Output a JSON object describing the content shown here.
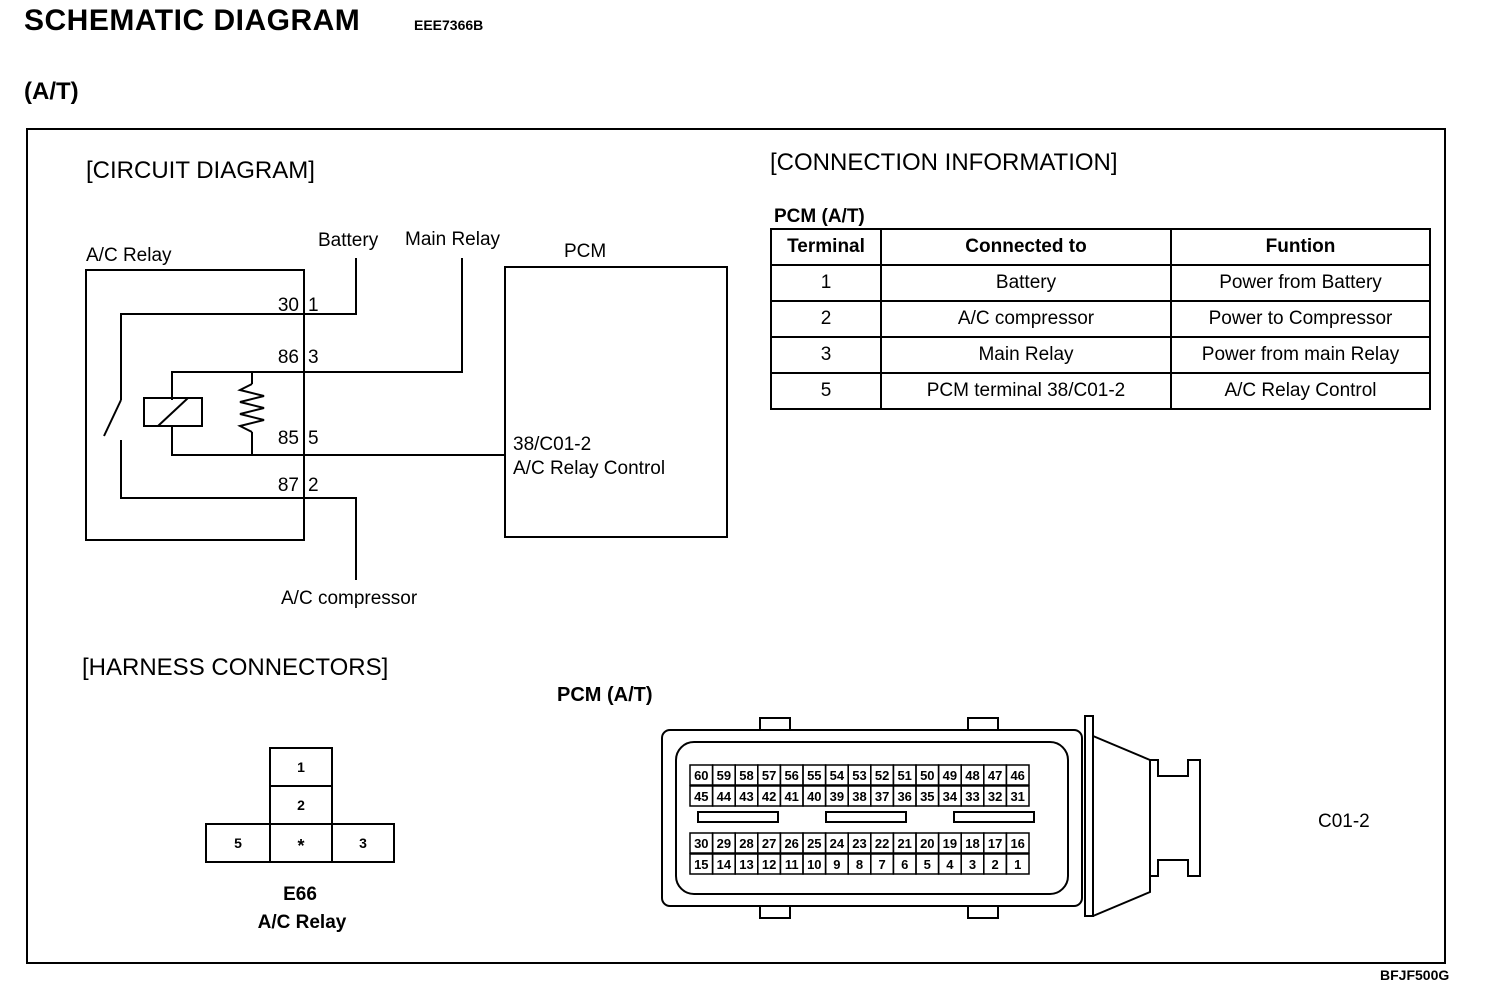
{
  "header": {
    "title": "SCHEMATIC DIAGRAM",
    "code": "EEE7366B",
    "subtitle": "(A/T)"
  },
  "footer": {
    "code": "BFJF500G"
  },
  "circuit": {
    "section_title": "[CIRCUIT DIAGRAM]",
    "ac_relay_label": "A/C Relay",
    "battery_label": "Battery",
    "main_relay_label": "Main Relay",
    "pcm_label": "PCM",
    "pcm_terminal": "38/C01-2",
    "pcm_function": "A/C Relay Control",
    "compressor_label": "A/C compressor",
    "pins": [
      {
        "relay": "30",
        "conn": "1"
      },
      {
        "relay": "86",
        "conn": "3"
      },
      {
        "relay": "85",
        "conn": "5"
      },
      {
        "relay": "87",
        "conn": "2"
      }
    ]
  },
  "connection_info": {
    "section_title": "[CONNECTION INFORMATION]",
    "table_title": "PCM (A/T)",
    "headers": [
      "Terminal",
      "Connected to",
      "Funtion"
    ],
    "rows": [
      [
        "1",
        "Battery",
        "Power from Battery"
      ],
      [
        "2",
        "A/C compressor",
        "Power to Compressor"
      ],
      [
        "3",
        "Main Relay",
        "Power from main Relay"
      ],
      [
        "5",
        "PCM terminal 38/C01-2",
        "A/C Relay Control"
      ]
    ]
  },
  "harness": {
    "section_title": "[HARNESS CONNECTORS]",
    "relay_connector_id": "E66",
    "relay_connector_name": "A/C Relay",
    "relay_pins": [
      "1",
      "2",
      "5",
      "*",
      "3"
    ],
    "pcm_title": "PCM (A/T)",
    "pcm_connector_id": "C01-2",
    "pcm_top_row1": [
      "60",
      "59",
      "58",
      "57",
      "56",
      "55",
      "54",
      "53",
      "52",
      "51",
      "50",
      "49",
      "48",
      "47",
      "46"
    ],
    "pcm_top_row2": [
      "45",
      "44",
      "43",
      "42",
      "41",
      "40",
      "39",
      "38",
      "37",
      "36",
      "35",
      "34",
      "33",
      "32",
      "31"
    ],
    "pcm_bot_row1": [
      "30",
      "29",
      "28",
      "27",
      "26",
      "25",
      "24",
      "23",
      "22",
      "21",
      "20",
      "19",
      "18",
      "17",
      "16"
    ],
    "pcm_bot_row2": [
      "15",
      "14",
      "13",
      "12",
      "11",
      "10",
      "9",
      "8",
      "7",
      "6",
      "5",
      "4",
      "3",
      "2",
      "1"
    ]
  }
}
